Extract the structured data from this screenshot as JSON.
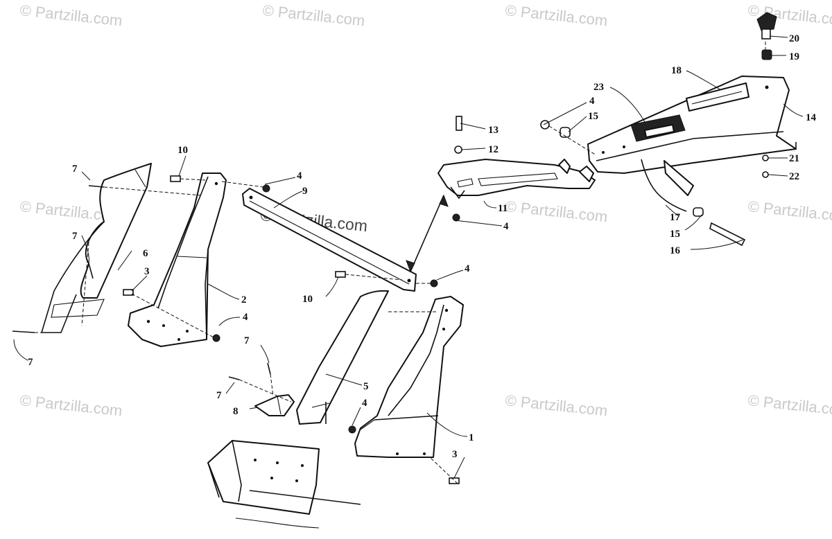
{
  "watermark": {
    "text": "© Partzilla.com",
    "center_text": "© Partzilla.com"
  },
  "callouts": [
    {
      "id": "c1",
      "text": "1"
    },
    {
      "id": "c2",
      "text": "2"
    },
    {
      "id": "c3a",
      "text": "3"
    },
    {
      "id": "c3b",
      "text": "3"
    },
    {
      "id": "c4a",
      "text": "4"
    },
    {
      "id": "c4b",
      "text": "4"
    },
    {
      "id": "c4c",
      "text": "4"
    },
    {
      "id": "c4d",
      "text": "4"
    },
    {
      "id": "c4e",
      "text": "4"
    },
    {
      "id": "c4f",
      "text": "4"
    },
    {
      "id": "c5",
      "text": "5"
    },
    {
      "id": "c6",
      "text": "6"
    },
    {
      "id": "c7a",
      "text": "7"
    },
    {
      "id": "c7b",
      "text": "7"
    },
    {
      "id": "c7c",
      "text": "7"
    },
    {
      "id": "c7d",
      "text": "7"
    },
    {
      "id": "c7e",
      "text": "7"
    },
    {
      "id": "c8",
      "text": "8"
    },
    {
      "id": "c9",
      "text": "9"
    },
    {
      "id": "c10a",
      "text": "10"
    },
    {
      "id": "c10b",
      "text": "10"
    },
    {
      "id": "c11",
      "text": "11"
    },
    {
      "id": "c12",
      "text": "12"
    },
    {
      "id": "c13",
      "text": "13"
    },
    {
      "id": "c14",
      "text": "14"
    },
    {
      "id": "c15a",
      "text": "15"
    },
    {
      "id": "c15b",
      "text": "15"
    },
    {
      "id": "c16",
      "text": "16"
    },
    {
      "id": "c17",
      "text": "17"
    },
    {
      "id": "c18",
      "text": "18"
    },
    {
      "id": "c19",
      "text": "19"
    },
    {
      "id": "c20",
      "text": "20"
    },
    {
      "id": "c21",
      "text": "21"
    },
    {
      "id": "c22",
      "text": "22"
    },
    {
      "id": "c23",
      "text": "23"
    }
  ]
}
